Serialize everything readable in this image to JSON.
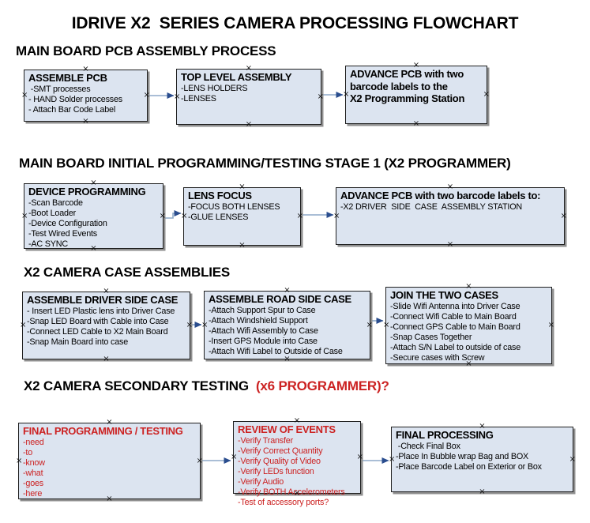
{
  "title": "IDRIVE X2  SERIES CAMERA PROCESSING FLOWCHART",
  "colors": {
    "box_fill": "#dce4f0",
    "box_border": "#1f1f1f",
    "arrow_line": "#8da9c8",
    "arrow_head": "#2a4d8e",
    "red_text": "#cc2222",
    "black_text": "#000000"
  },
  "sections": [
    {
      "id": "pcb-assembly",
      "heading_parts": [
        {
          "text": "MAIN BOARD PCB ASSEMBLY PROCESS",
          "color": "#000000"
        }
      ],
      "boxes": [
        {
          "id": "assemble-pcb",
          "title": "ASSEMBLE PCB",
          "items": [
            " -SMT processes",
            "- HAND Solder processes",
            "- Attach Bar Code Label"
          ],
          "text_color": "#000000"
        },
        {
          "id": "top-level-assembly",
          "title": "TOP LEVEL ASSEMBLY",
          "items": [
            "-LENS HOLDERS",
            "-LENSES"
          ],
          "text_color": "#000000"
        },
        {
          "id": "advance-pcb-to-programming-station",
          "title": "ADVANCE PCB with two\nbarcode labels to the\n X2 Programming Station",
          "items": [],
          "text_color": "#000000"
        }
      ]
    },
    {
      "id": "initial-programming-testing",
      "heading_parts": [
        {
          "text": "MAIN BOARD INITIAL PROGRAMMING/TESTING STAGE 1 (X2 PROGRAMMER)",
          "color": "#000000"
        }
      ],
      "boxes": [
        {
          "id": "device-programming",
          "title": "DEVICE PROGRAMMING",
          "items": [
            "-Scan Barcode",
            "-Boot Loader",
            "-Device Configuration",
            "-Test Wired Events",
            "-AC SYNC"
          ],
          "text_color": "#000000"
        },
        {
          "id": "lens-focus",
          "title": "LENS FOCUS",
          "items": [
            "-FOCUS BOTH LENSES",
            "-GLUE LENSES"
          ],
          "text_color": "#000000"
        },
        {
          "id": "advance-pcb-to-case-assembly",
          "title": "ADVANCE PCB with two barcode labels to:",
          "items": [
            "-X2 DRIVER  SIDE  CASE  ASSEMBLY STATION"
          ],
          "text_color": "#000000"
        }
      ]
    },
    {
      "id": "camera-case-assemblies",
      "heading_parts": [
        {
          "text": "X2 CAMERA CASE ASSEMBLIES",
          "color": "#000000"
        }
      ],
      "boxes": [
        {
          "id": "assemble-driver-side-case",
          "title": "ASSEMBLE DRIVER SIDE CASE",
          "items": [
            "- Insert LED Plastic lens into Driver Case",
            "-Snap LED Board with Cable into Case",
            "-Connect LED Cable to X2 Main Board",
            "-Snap Main Board into case"
          ],
          "text_color": "#000000"
        },
        {
          "id": "assemble-road-side-case",
          "title": "ASSEMBLE ROAD SIDE CASE",
          "items": [
            "-Attach Support Spur to Case",
            "-Attach Windshield Support",
            "-Attach Wifi Assembly to Case",
            "-Insert GPS Module into Case",
            "-Attach Wifi Label to Outside of Case"
          ],
          "text_color": "#000000"
        },
        {
          "id": "join-the-two-cases",
          "title": "JOIN THE TWO CASES",
          "items": [
            "-Slide Wifi Antenna into Driver Case",
            "-Connect Wifi Cable to Main Board",
            "-Connect GPS Cable to Main Board",
            "-Snap Cases Together",
            "-Attach S/N Label to outside of case",
            "-Secure cases with Screw"
          ],
          "text_color": "#000000"
        }
      ]
    },
    {
      "id": "camera-secondary-testing",
      "heading_parts": [
        {
          "text": "X2 CAMERA SECONDARY TESTING  ",
          "color": "#000000"
        },
        {
          "text": "(x6 PROGRAMMER)?",
          "color": "#cc2222"
        }
      ],
      "boxes": [
        {
          "id": "final-programming-testing",
          "title": "FINAL PROGRAMMING / TESTING",
          "items": [
            "-need",
            "-to",
            "-know",
            "-what",
            "-goes",
            "-here"
          ],
          "text_color": "#cc2222"
        },
        {
          "id": "review-of-events",
          "title": "REVIEW OF EVENTS",
          "items": [
            "-Verify Transfer",
            "-Verify Correct Quantity",
            "-Verify Quality of Video",
            "-Verify LEDs function",
            "-Verify Audio",
            "-Verify BOTH Accelerometers",
            "-Test of accessory ports?"
          ],
          "text_color": "#cc2222"
        },
        {
          "id": "final-processing",
          "title": "FINAL PROCESSING",
          "items": [
            " -Check Final Box",
            "-Place In Bubble wrap Bag and BOX",
            "-Place Barcode Label on Exterior or Box"
          ],
          "text_color": "#000000"
        }
      ]
    }
  ]
}
